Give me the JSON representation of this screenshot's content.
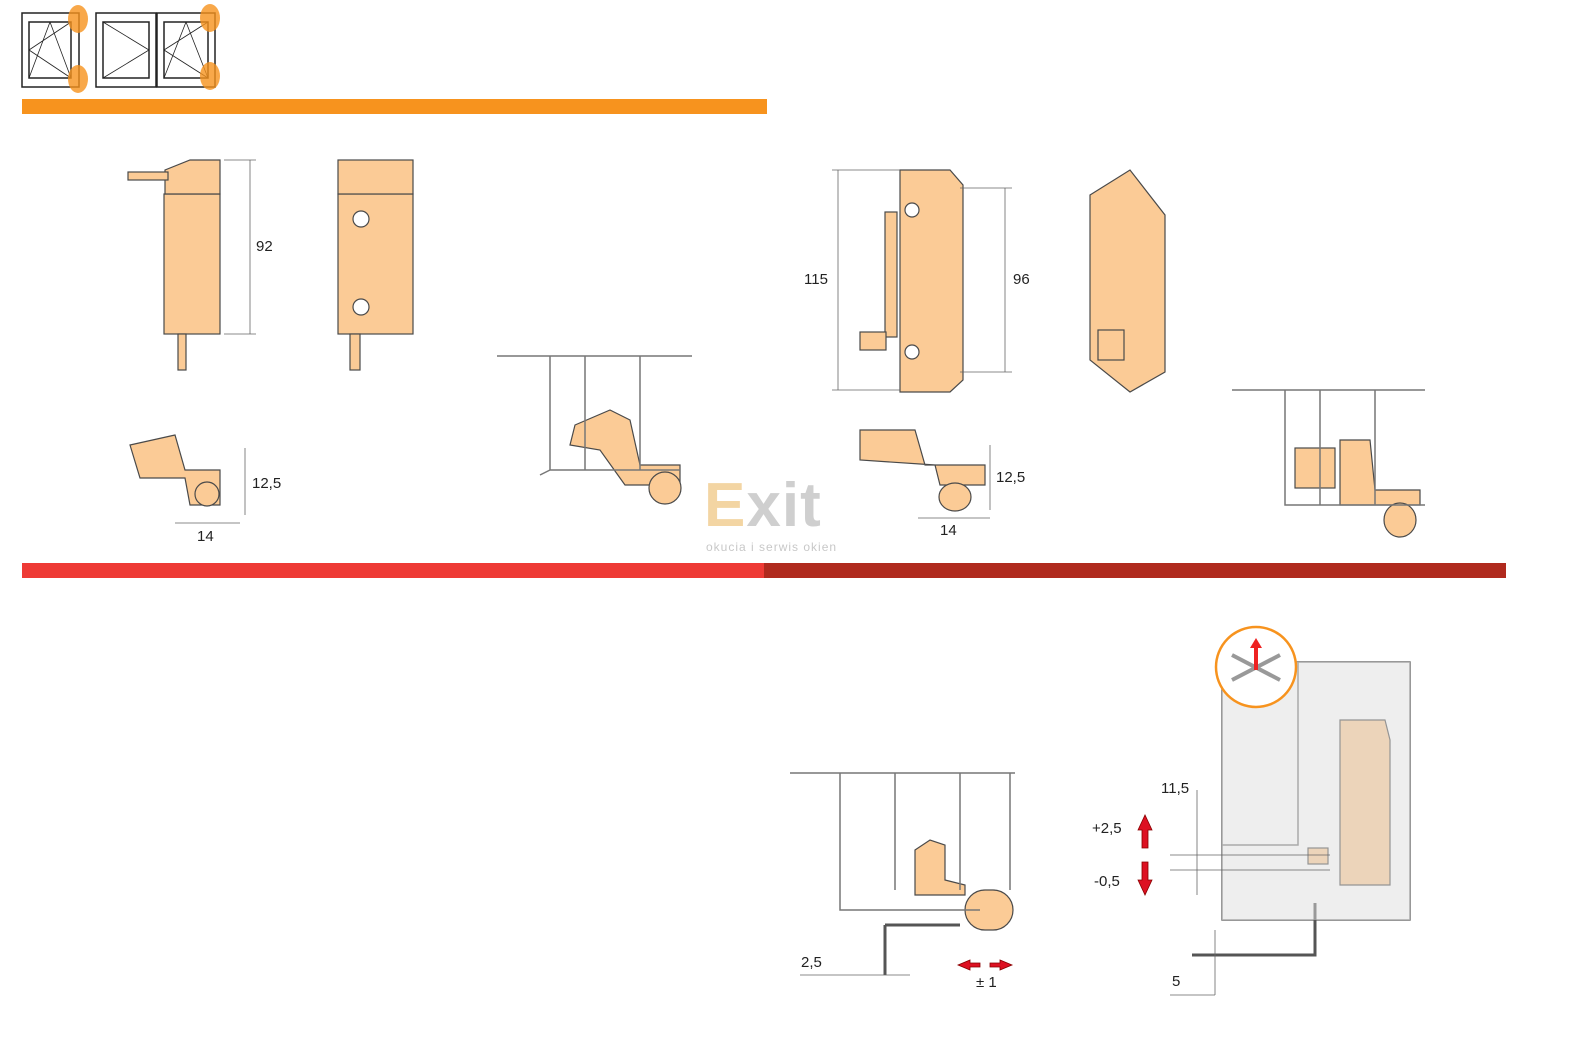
{
  "logo": {
    "brand_first": "E",
    "brand_rest": "xit",
    "tagline": "okucia i serwis okien"
  },
  "colors": {
    "orange": "#F7931E",
    "red": "#EE3A35",
    "dark_red": "#B02A1E",
    "hinge": "#FBCB96",
    "line": "#4a4a4a"
  },
  "dimensions": {
    "left_height": "92",
    "left_offset": "12,5",
    "left_width": "14",
    "right_total_height": "115",
    "right_height": "96",
    "right_offset": "12,5",
    "right_width": "14",
    "adjust_gap": "2,5",
    "adjust_lateral": "± 1",
    "adjust_height": "11,5",
    "adjust_plus": "+2,5",
    "adjust_minus": "-0,5",
    "key_size": "5"
  }
}
